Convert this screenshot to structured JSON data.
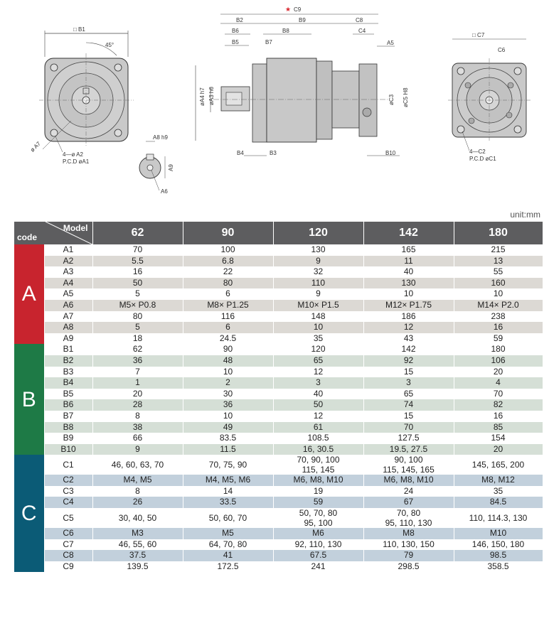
{
  "drawing": {
    "front_view": {
      "b1": "□ B1",
      "angle": "45°",
      "a7": "ø A7",
      "holes": "4—ø A2",
      "pcd": "P.C.D øA1"
    },
    "key_view": {
      "a8": "A8 h9",
      "a9": "A9",
      "a6": "A6"
    },
    "side_view": {
      "c9": "C9",
      "b2": "B2",
      "b9": "B9",
      "c8": "C8",
      "b6": "B6",
      "b8": "B8",
      "c4": "C4",
      "b5": "B5",
      "b7": "B7",
      "a5": "A5",
      "a4": "øA4 h7",
      "a3": "øA3 h6",
      "c3": "øC3",
      "c5": "øC5 H8",
      "b4": "B4",
      "b3": "B3",
      "b10": "B10"
    },
    "rear_view": {
      "c7": "□ C7",
      "c6": "C6",
      "holes": "4—C2",
      "pcd": "P.C.D øC1"
    }
  },
  "unit": "unit:mm",
  "header": {
    "model": "Model",
    "code": "code",
    "models": [
      "62",
      "90",
      "120",
      "142",
      "180"
    ]
  },
  "groups": [
    {
      "label": "A",
      "color": "#c8242e",
      "rows": [
        {
          "code": "A1",
          "values": [
            "70",
            "100",
            "130",
            "165",
            "215"
          ]
        },
        {
          "code": "A2",
          "values": [
            "5.5",
            "6.8",
            "9",
            "11",
            "13"
          ]
        },
        {
          "code": "A3",
          "values": [
            "16",
            "22",
            "32",
            "40",
            "55"
          ]
        },
        {
          "code": "A4",
          "values": [
            "50",
            "80",
            "110",
            "130",
            "160"
          ]
        },
        {
          "code": "A5",
          "values": [
            "5",
            "6",
            "9",
            "10",
            "10"
          ]
        },
        {
          "code": "A6",
          "values": [
            "M5× P0.8",
            "M8× P1.25",
            "M10× P1.5",
            "M12× P1.75",
            "M14× P2.0"
          ]
        },
        {
          "code": "A7",
          "values": [
            "80",
            "116",
            "148",
            "186",
            "238"
          ]
        },
        {
          "code": "A8",
          "values": [
            "5",
            "6",
            "10",
            "12",
            "16"
          ]
        },
        {
          "code": "A9",
          "values": [
            "18",
            "24.5",
            "35",
            "43",
            "59"
          ]
        }
      ]
    },
    {
      "label": "B",
      "color": "#1e7a46",
      "rows": [
        {
          "code": "B1",
          "values": [
            "62",
            "90",
            "120",
            "142",
            "180"
          ]
        },
        {
          "code": "B2",
          "values": [
            "36",
            "48",
            "65",
            "92",
            "106"
          ]
        },
        {
          "code": "B3",
          "values": [
            "7",
            "10",
            "12",
            "15",
            "20"
          ]
        },
        {
          "code": "B4",
          "values": [
            "1",
            "2",
            "3",
            "3",
            "4"
          ]
        },
        {
          "code": "B5",
          "values": [
            "20",
            "30",
            "40",
            "65",
            "70"
          ]
        },
        {
          "code": "B6",
          "values": [
            "28",
            "36",
            "50",
            "74",
            "82"
          ]
        },
        {
          "code": "B7",
          "values": [
            "8",
            "10",
            "12",
            "15",
            "16"
          ]
        },
        {
          "code": "B8",
          "values": [
            "38",
            "49",
            "61",
            "70",
            "85"
          ]
        },
        {
          "code": "B9",
          "values": [
            "66",
            "83.5",
            "108.5",
            "127.5",
            "154"
          ]
        },
        {
          "code": "B10",
          "values": [
            "9",
            "11.5",
            "16, 30.5",
            "19.5, 27.5",
            "20"
          ]
        }
      ]
    },
    {
      "label": "C",
      "color": "#0b5b76",
      "rows": [
        {
          "code": "C1",
          "values": [
            "46, 60, 63, 70",
            "70, 75, 90",
            "70, 90, 100\n115, 145",
            "90, 100\n115, 145, 165",
            "145, 165, 200"
          ]
        },
        {
          "code": "C2",
          "values": [
            "M4, M5",
            "M4, M5, M6",
            "M6, M8, M10",
            "M6, M8, M10",
            "M8, M12"
          ]
        },
        {
          "code": "C3",
          "values": [
            "8",
            "14",
            "19",
            "24",
            "35"
          ]
        },
        {
          "code": "C4",
          "values": [
            "26",
            "33.5",
            "59",
            "67",
            "84.5"
          ]
        },
        {
          "code": "C5",
          "values": [
            "30, 40, 50",
            "50, 60, 70",
            "50, 70, 80\n95, 100",
            "70, 80\n95, 110, 130",
            "110, 114.3, 130"
          ]
        },
        {
          "code": "C6",
          "values": [
            "M3",
            "M5",
            "M6",
            "M8",
            "M10"
          ]
        },
        {
          "code": "C7",
          "values": [
            "46, 55, 60",
            "64, 70, 80",
            "92, 110, 130",
            "110, 130, 150",
            "146, 150, 180"
          ]
        },
        {
          "code": "C8",
          "values": [
            "37.5",
            "41",
            "67.5",
            "79",
            "98.5"
          ]
        },
        {
          "code": "C9",
          "values": [
            "139.5",
            "172.5",
            "241",
            "298.5",
            "358.5"
          ]
        }
      ]
    }
  ],
  "colors": {
    "A": {
      "light": "#ffffff",
      "dark": "#dcd9d4"
    },
    "B": {
      "light": "#ffffff",
      "dark": "#d5dfd6"
    },
    "C": {
      "light": "#ffffff",
      "dark": "#c2d0dc"
    },
    "header": "#5d5d5f"
  }
}
